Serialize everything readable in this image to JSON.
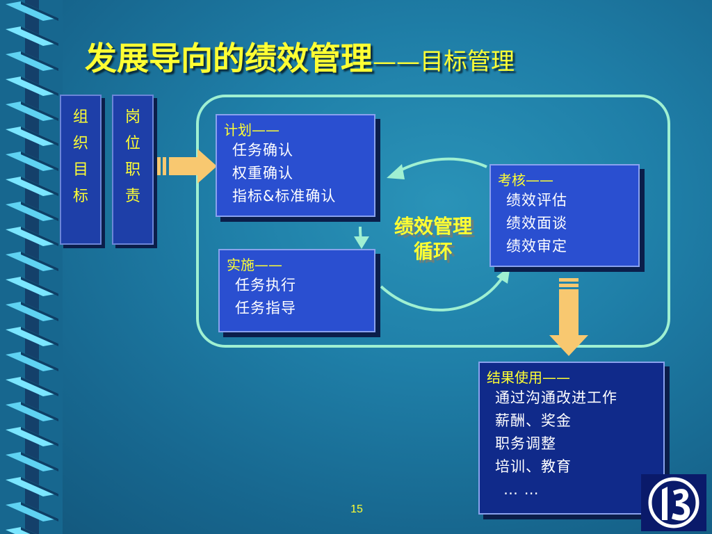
{
  "title": {
    "main": "发展导向的绩效管理",
    "sub": "——目标管理"
  },
  "left_boxes": [
    {
      "text": "组织目标"
    },
    {
      "text": "岗位职责"
    }
  ],
  "plan": {
    "head": "计划——",
    "items": [
      "任务确认",
      "权重确认",
      "指标&标准确认"
    ]
  },
  "implement": {
    "head": "实施——",
    "items": [
      "任务执行",
      "任务指导"
    ]
  },
  "assess": {
    "head": "考核——",
    "items": [
      "绩效评估",
      "绩效面谈",
      "绩效审定"
    ]
  },
  "center": {
    "line1": "绩效管理",
    "line2": "循环"
  },
  "results": {
    "head": "结果使用——",
    "items": [
      "通过沟通改进工作",
      "薪酬、奖金",
      "职务调整",
      "培训、教育",
      "… …"
    ]
  },
  "page_number": "15",
  "colors": {
    "title": "#ffff33",
    "box": "#2a4fd0",
    "loop": "#9ff0d2",
    "arrow": "#f8c870"
  },
  "logo": {
    "icon": "circled-13-logo"
  }
}
